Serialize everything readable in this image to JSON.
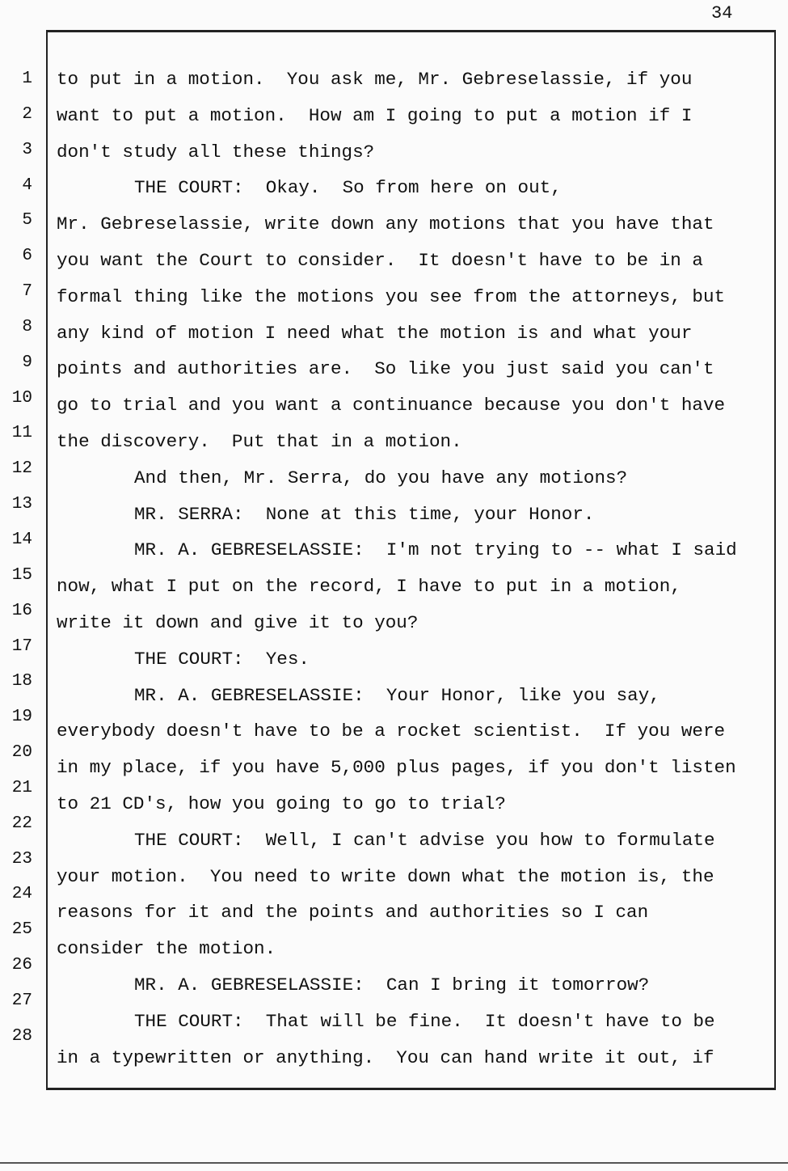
{
  "page_number": "34",
  "line_numbers": [
    "1",
    "2",
    "3",
    "4",
    "5",
    "6",
    "7",
    "8",
    "9",
    "10",
    "11",
    "12",
    "13",
    "14",
    "15",
    "16",
    "17",
    "18",
    "19",
    "20",
    "21",
    "22",
    "23",
    "24",
    "25",
    "26",
    "27",
    "28"
  ],
  "lines": [
    {
      "text": "to put in a motion.  You ask me, Mr. Gebreselassie, if you",
      "indent": false
    },
    {
      "text": "want to put a motion.  How am I going to put a motion if I",
      "indent": false
    },
    {
      "text": "don't study all these things?",
      "indent": false
    },
    {
      "text": "THE COURT:  Okay.  So from here on out,",
      "indent": true
    },
    {
      "text": "Mr. Gebreselassie, write down any motions that you have that",
      "indent": false
    },
    {
      "text": "you want the Court to consider.  It doesn't have to be in a",
      "indent": false
    },
    {
      "text": "formal thing like the motions you see from the attorneys, but",
      "indent": false
    },
    {
      "text": "any kind of motion I need what the motion is and what your",
      "indent": false
    },
    {
      "text": "points and authorities are.  So like you just said you can't",
      "indent": false
    },
    {
      "text": "go to trial and you want a continuance because you don't have",
      "indent": false
    },
    {
      "text": "the discovery.  Put that in a motion.",
      "indent": false
    },
    {
      "text": "And then, Mr. Serra, do you have any motions?",
      "indent": true
    },
    {
      "text": "MR. SERRA:  None at this time, your Honor.",
      "indent": true
    },
    {
      "text": "MR. A. GEBRESELASSIE:  I'm not trying to -- what I said",
      "indent": true
    },
    {
      "text": "now, what I put on the record, I have to put in a motion,",
      "indent": false
    },
    {
      "text": "write it down and give it to you?",
      "indent": false
    },
    {
      "text": "THE COURT:  Yes.",
      "indent": true
    },
    {
      "text": "MR. A. GEBRESELASSIE:  Your Honor, like you say,",
      "indent": true
    },
    {
      "text": "everybody doesn't have to be a rocket scientist.  If you were",
      "indent": false
    },
    {
      "text": "in my place, if you have 5,000 plus pages, if you don't listen",
      "indent": false
    },
    {
      "text": "to 21 CD's, how you going to go to trial?",
      "indent": false
    },
    {
      "text": "THE COURT:  Well, I can't advise you how to formulate",
      "indent": true
    },
    {
      "text": "your motion.  You need to write down what the motion is, the",
      "indent": false
    },
    {
      "text": "reasons for it and the points and authorities so I can",
      "indent": false
    },
    {
      "text": "consider the motion.",
      "indent": false
    },
    {
      "text": "MR. A. GEBRESELASSIE:  Can I bring it tomorrow?",
      "indent": true
    },
    {
      "text": "THE COURT:  That will be fine.  It doesn't have to be",
      "indent": true
    },
    {
      "text": "in a typewritten or anything.  You can hand write it out, if",
      "indent": false
    }
  ]
}
